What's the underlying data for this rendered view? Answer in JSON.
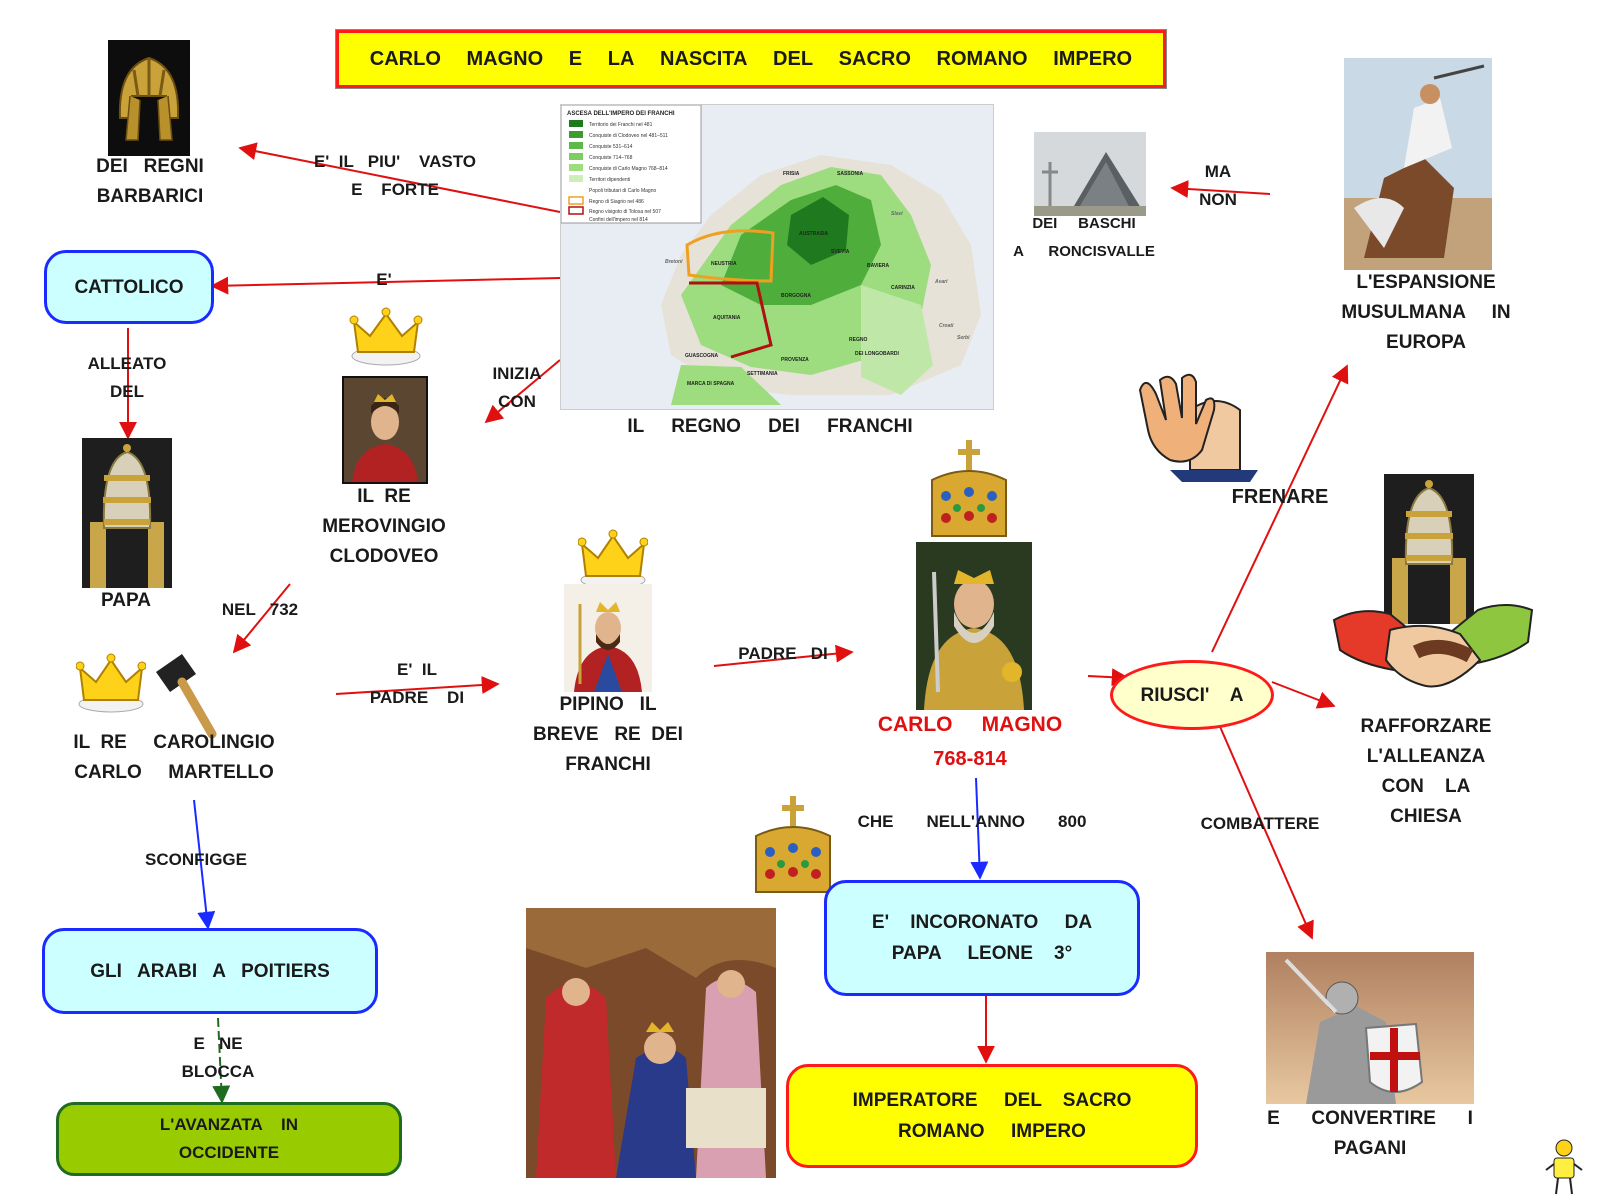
{
  "title": {
    "words": [
      "CARLO",
      "MAGNO",
      "E",
      "LA",
      "NASCITA",
      "DEL",
      "SACRO",
      "ROMANO",
      "IMPERO"
    ]
  },
  "map": {
    "caption": "IL REGNO DEI FRANCHI",
    "legend_title": "ASCESA DELL'IMPERO DEI FRANCHI",
    "legend": [
      "Territorio dei Franchi nel 481",
      "Conquiste di Clodoveo nel 481–511",
      "Conquiste 531–614",
      "Conquiste 714–768",
      "Conquiste di Carlo Magno 768–814",
      "Territori dipendenti",
      "Popoli tributari di Carlo Magno",
      "Regno di Siagrio nel 486",
      "Regno visigoto di Tolosa nel 507",
      "Confini dell'impero nel 814"
    ],
    "regions": [
      "FRISIA",
      "SASSONIA",
      "AUSTRASIA",
      "NEUSTRIA",
      "SVEVIA",
      "BAVIERA",
      "BORGOGNA",
      "CARINZIA",
      "AQUITANIA",
      "REGNO",
      "DEI LONGOBARDI",
      "GUASCOGNA",
      "PROVENZA",
      "SETTIMANIA",
      "MARCA DI SPAGNA",
      "Bretoni",
      "Slavi",
      "Avari",
      "Croati",
      "Serbi"
    ]
  },
  "nodes": {
    "regni": "DEI   REGNI\nBARBARICI",
    "cattolico": "CATTOLICO",
    "papa": "PAPA",
    "clodoveo": "IL  RE\nMEROVINGIO\nCLODOVEO",
    "martello": "IL  RE     CAROLINGIO\nCARLO     MARTELLO",
    "arabi": "GLI   ARABI   A   POITIERS",
    "avanzata": "L'AVANZATA    IN\nOCCIDENTE",
    "pipino": "PIPINO   IL\nBREVE   RE  DEI\nFRANCHI",
    "carlo_name": "CARLO     MAGNO",
    "carlo_years": "768-814",
    "incoronato": "E'    INCORONATO     DA\nPAPA     LEONE    3°",
    "imperatore": "IMPERATORE     DEL    SACRO\nROMANO     IMPERO",
    "riusci": "RIUSCI'    A",
    "baschi": "DEI     BASCHI\nA      RONCISVALLE",
    "espansione": "L'ESPANSIONE\nMUSULMANA     IN\nEUROPA",
    "frenare": "FRENARE",
    "rafforzare": "RAFFORZARE\nL'ALLEANZA\nCON    LA\nCHIESA",
    "convertire": "E      CONVERTIRE      I\nPAGANI"
  },
  "links": {
    "piu_vasto": "E'  IL   PIU'    VASTO\nE    FORTE",
    "e": "E'",
    "alleato": "ALLEATO\nDEL",
    "inizia": "INIZIA\nCON",
    "nel732": "NEL   732",
    "e_il_padre": "E'  IL\nPADRE    DI",
    "sconfigge": "SCONFIGGE",
    "e_ne_blocca": "E   NE\nBLOCCA",
    "padre_di": "PADRE   DI",
    "che_nell": "CHE       NELL'ANNO       800",
    "ma_non": "MA\nNON",
    "combattere": "COMBATTERE"
  },
  "colors": {
    "blue": "#1a2bff",
    "red": "#e01010",
    "green": "#1f6b1f",
    "cyan": "#ccffff",
    "yellow": "#ffff00"
  }
}
